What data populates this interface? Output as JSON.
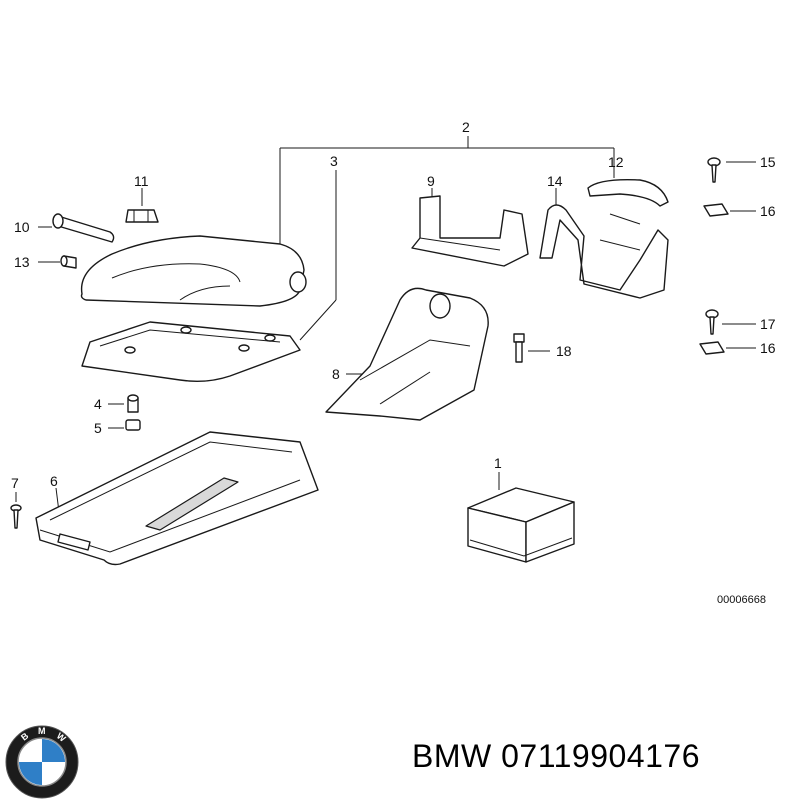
{
  "diagram": {
    "callouts": {
      "c1": "1",
      "c2": "2",
      "c3": "3",
      "c4": "4",
      "c5": "5",
      "c6": "6",
      "c7": "7",
      "c8": "8",
      "c9": "9",
      "c10": "10",
      "c11": "11",
      "c12": "12",
      "c13": "13",
      "c14": "14",
      "c15": "15",
      "c16a": "16",
      "c16b": "16",
      "c17": "17",
      "c18": "18"
    },
    "reference_number": "00006668"
  },
  "caption": {
    "brand": "BMW",
    "part_number": "07119904176"
  },
  "logo": {
    "letters": "BMW",
    "colors": {
      "ring": "#1c1c1c",
      "blue": "#2f7fc7",
      "white": "#ffffff"
    }
  }
}
